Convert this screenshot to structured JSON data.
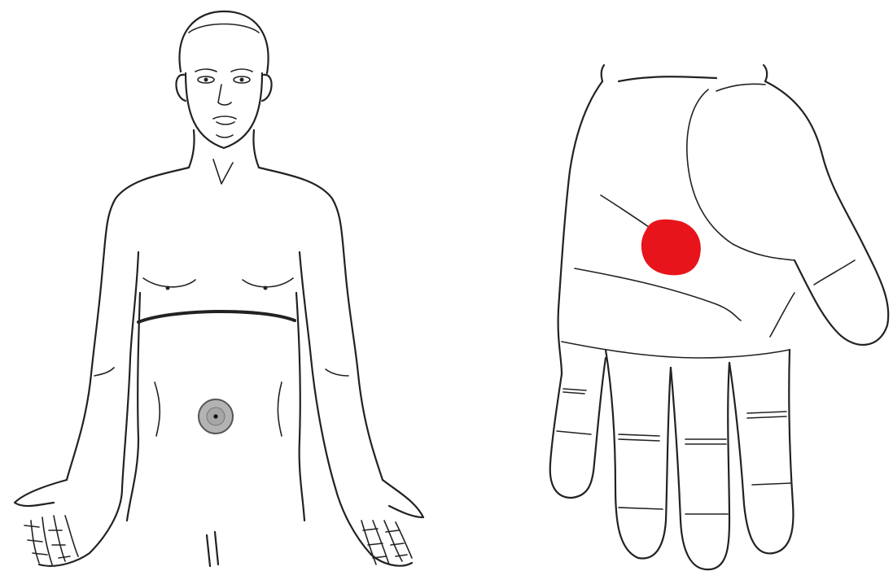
{
  "colors": {
    "background": "#ffffff",
    "line": "#222222",
    "navel_marker_fill": "#b3b3b3",
    "navel_marker_ring": "#666666",
    "palm_point_fill": "#e8141c"
  },
  "figures": [
    {
      "id": "body-front",
      "description_icon": "human-torso-front-icon"
    },
    {
      "id": "palm",
      "description_icon": "open-palm-icon"
    }
  ],
  "markers": [
    {
      "figure": "body-front",
      "type": "navel-point"
    },
    {
      "figure": "palm",
      "type": "palm-center-point"
    }
  ]
}
